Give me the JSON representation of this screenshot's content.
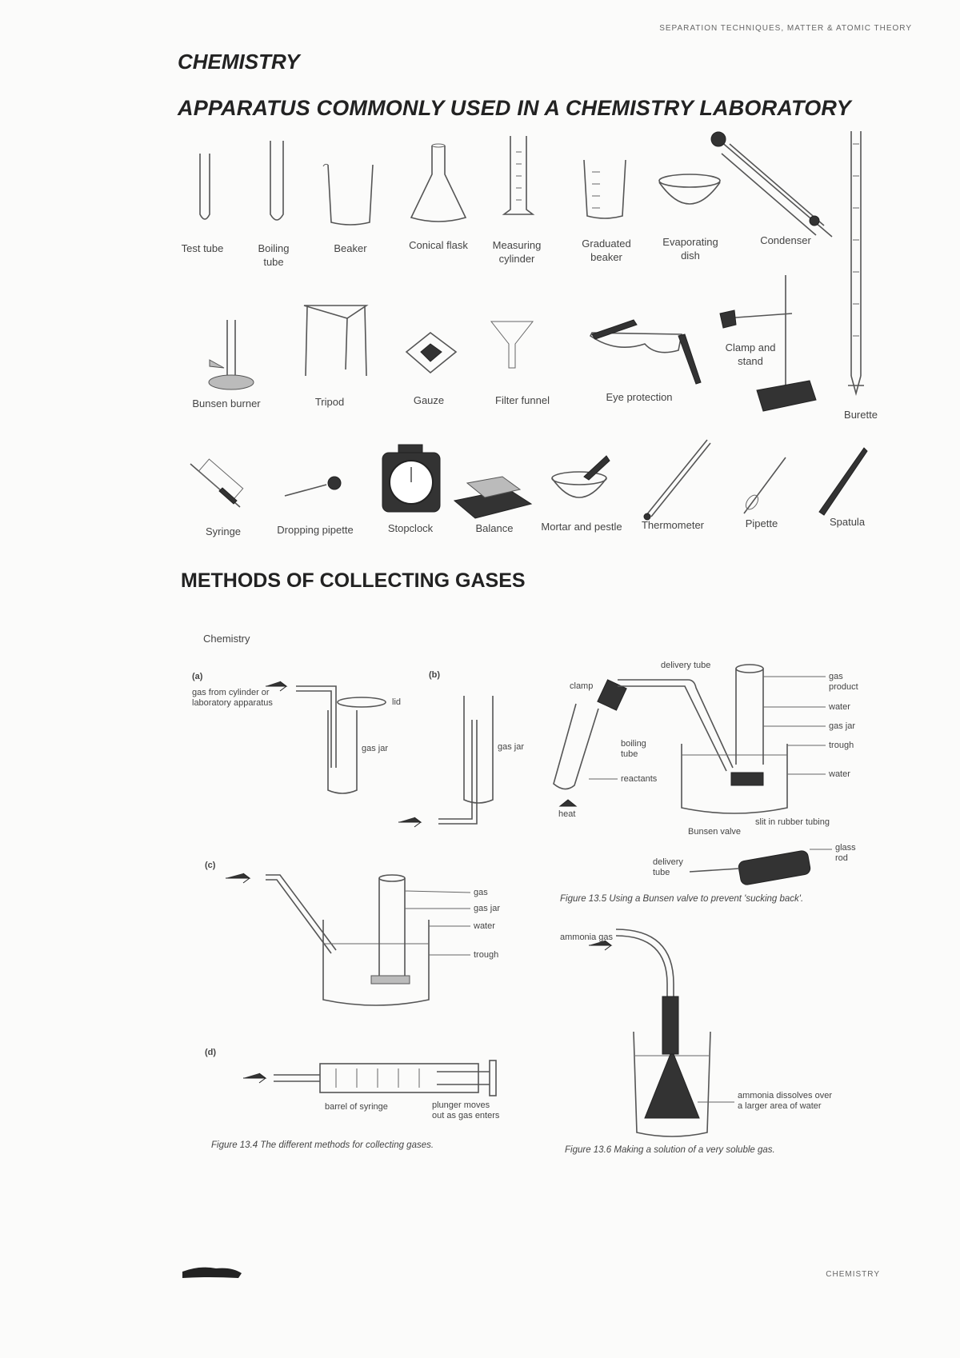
{
  "header": {
    "running": "SEPARATION TECHNIQUES, MATTER & ATOMIC THEORY"
  },
  "titles": {
    "chemistry": "CHEMISTRY",
    "apparatus": "APPARATUS COMMONLY USED IN A CHEMISTRY LABORATORY",
    "methods": "METHODS OF COLLECTING GASES"
  },
  "apparatus": {
    "test_tube": "Test tube",
    "boiling_tube": "Boiling\ntube",
    "beaker": "Beaker",
    "conical_flask": "Conical flask",
    "measuring_cylinder": "Measuring\ncylinder",
    "graduated_beaker": "Graduated\nbeaker",
    "evaporating_dish": "Evaporating\ndish",
    "condenser": "Condenser",
    "bunsen_burner": "Bunsen burner",
    "tripod": "Tripod",
    "gauze": "Gauze",
    "filter_funnel": "Filter funnel",
    "eye_protection": "Eye protection",
    "clamp_and_stand": "Clamp and\nstand",
    "burette": "Burette",
    "syringe": "Syringe",
    "dropping_pipette": "Dropping pipette",
    "stopclock": "Stopclock",
    "balance": "Balance",
    "mortar_and_pestle": "Mortar and pestle",
    "thermometer": "Thermometer",
    "pipette": "Pipette",
    "spatula": "Spatula"
  },
  "figures": {
    "subtitle": "Chemistry",
    "a": {
      "letter": "(a)",
      "source": "gas from cylinder or\nlaboratory apparatus",
      "lid": "lid",
      "gas_jar": "gas jar"
    },
    "b": {
      "letter": "(b)",
      "gas_jar": "gas jar"
    },
    "c": {
      "letter": "(c)",
      "gas": "gas",
      "gas_jar": "gas jar",
      "water": "water",
      "trough": "trough"
    },
    "d": {
      "letter": "(d)",
      "barrel": "barrel of syringe",
      "plunger": "plunger moves\nout as gas enters"
    },
    "caption_13_4": "Figure 13.4  The different methods for collecting gases.",
    "f135": {
      "delivery_tube": "delivery tube",
      "clamp": "clamp",
      "gas_product": "gas\nproduct",
      "water_top": "water",
      "gas_jar": "gas jar",
      "trough": "trough",
      "water_bottom": "water",
      "boiling_tube": "boiling\ntube",
      "reactants": "reactants",
      "heat": "heat",
      "bunsen_valve": "Bunsen valve",
      "slit": "slit in rubber tubing",
      "glass_rod": "glass\nrod",
      "delivery_tube_bottom": "delivery\ntube"
    },
    "caption_13_5": "Figure 13.5  Using a Bunsen valve to prevent 'sucking back'.",
    "f136": {
      "ammonia_gas": "ammonia gas",
      "dissolves": "ammonia dissolves over\na larger area of water"
    },
    "caption_13_6": "Figure 13.6  Making a solution of a very soluble gas."
  },
  "footer": {
    "running": "CHEMISTRY"
  }
}
